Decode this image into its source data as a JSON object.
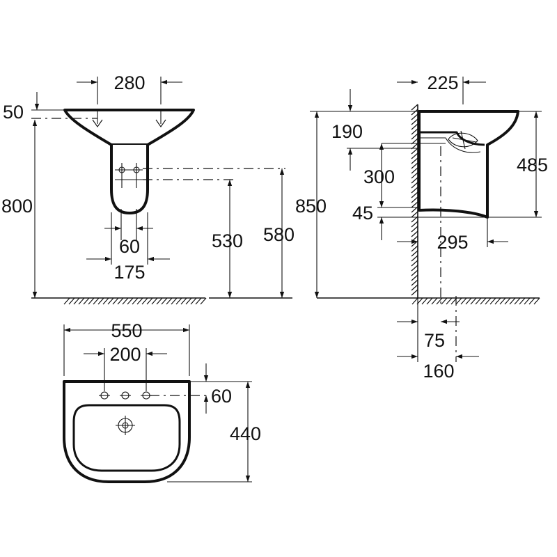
{
  "front_view": {
    "dims": {
      "tap_spacing": "280",
      "rim_thickness": "50",
      "rim_height": "800",
      "waste_height": "530",
      "supply_height": "580",
      "waste_width": "60",
      "pedestal_width": "175"
    }
  },
  "side_view": {
    "dims": {
      "basin_top_depth": "225",
      "tap_drop": "190",
      "basin_height": "485",
      "outlet_height": "300",
      "rim_height": "850",
      "pedestal_gap": "45",
      "projection": "295",
      "floor_offset_a": "75",
      "floor_offset_b": "160"
    }
  },
  "top_view": {
    "dims": {
      "overall_width": "550",
      "tap_hole_spacing": "200",
      "tap_hole_inset": "60",
      "overall_depth": "440"
    }
  }
}
